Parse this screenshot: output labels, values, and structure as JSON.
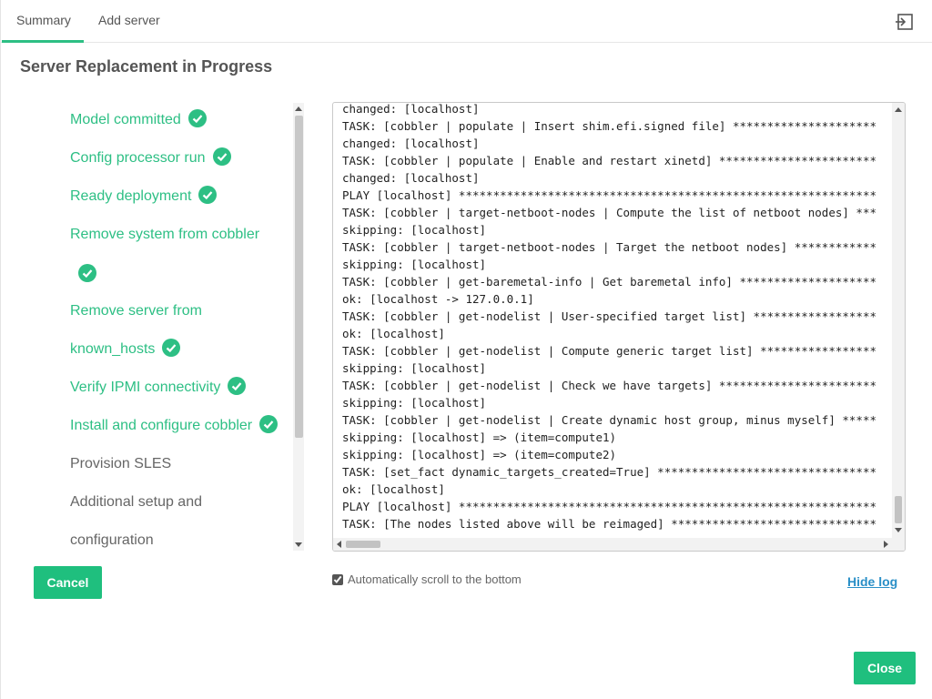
{
  "tabs": [
    {
      "label": "Summary"
    },
    {
      "label": "Add server"
    }
  ],
  "page_title": "Server Replacement in Progress",
  "steps": [
    {
      "label": "Model committed",
      "status": "done"
    },
    {
      "label": "Config processor run",
      "status": "done"
    },
    {
      "label": "Ready deployment",
      "status": "done"
    },
    {
      "label": "Remove system from cobbler",
      "status": "done"
    },
    {
      "label_line1": "Remove server from",
      "label_line2": "known_hosts",
      "status": "done"
    },
    {
      "label": "Verify IPMI connectivity",
      "status": "done"
    },
    {
      "label": "Install and configure cobbler",
      "status": "done"
    },
    {
      "label": "Provision SLES",
      "status": "pending"
    },
    {
      "label_line1": "Additional setup and",
      "label_line2": "configuration",
      "status": "pending"
    }
  ],
  "log_lines": [
    "changed: [localhost]",
    "TASK: [cobbler | populate | Insert shim.efi.signed file] *********************",
    "changed: [localhost]",
    "TASK: [cobbler | populate | Enable and restart xinetd] ***********************",
    "changed: [localhost]",
    "PLAY [localhost] *************************************************************",
    "TASK: [cobbler | target-netboot-nodes | Compute the list of netboot nodes] ***",
    "skipping: [localhost]",
    "TASK: [cobbler | target-netboot-nodes | Target the netboot nodes] ************",
    "skipping: [localhost]",
    "TASK: [cobbler | get-baremetal-info | Get baremetal info] ********************",
    "ok: [localhost -> 127.0.0.1]",
    "TASK: [cobbler | get-nodelist | User-specified target list] ******************",
    "ok: [localhost]",
    "TASK: [cobbler | get-nodelist | Compute generic target list] *****************",
    "skipping: [localhost]",
    "TASK: [cobbler | get-nodelist | Check we have targets] ***********************",
    "skipping: [localhost]",
    "TASK: [cobbler | get-nodelist | Create dynamic host group, minus myself] *****",
    "skipping: [localhost] => (item=compute1)",
    "skipping: [localhost] => (item=compute2)",
    "TASK: [set_fact dynamic_targets_created=True] ********************************",
    "ok: [localhost]",
    "PLAY [localhost] *************************************************************",
    "TASK: [The nodes listed above will be reimaged] ******************************"
  ],
  "autoscroll_label": "Automatically scroll to the bottom",
  "autoscroll_checked": true,
  "hide_log_label": "Hide log",
  "cancel_label": "Cancel",
  "close_label": "Close",
  "colors": {
    "accent": "#1fbf7e",
    "step_done": "#2dbf84",
    "link": "#2a8fc7"
  }
}
